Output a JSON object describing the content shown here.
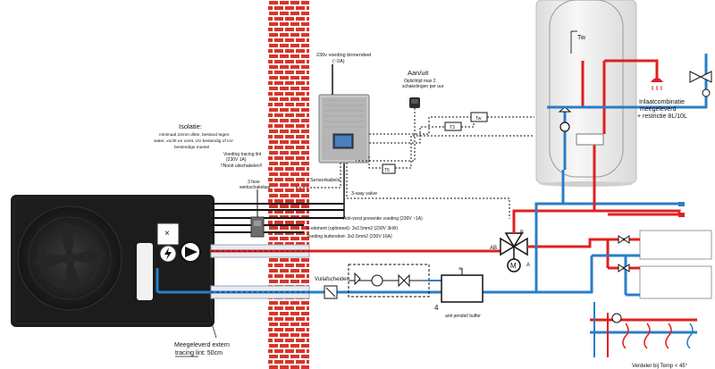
{
  "labels": {
    "supply_indoor": "230v voeding binnendeel",
    "supply_indoor_amp": "(~2A)",
    "aan_uit": "Aan/uit",
    "aan_uit_sub1": "Oplichtijd max 2",
    "aan_uit_sub2": "schakelingen per uur",
    "isolatie": "Isolatie:",
    "isolatie_l1": "minimaal 22mm dikte, bestand tegen",
    "isolatie_l2": "water, vocht en vorst. UV bestendig of UV",
    "isolatie_l3": "bestendige mantel",
    "tracing_l1": "Voeding tracing lint",
    "tracing_l2": "(230V 1A)",
    "tracing_l3": "!!Nooit uitschakelen!!",
    "switch_l1": "3 fase",
    "switch_l2": "werkschakelaar",
    "sensorkabels": "Sensorkabels",
    "three_way": "3-way valve",
    "antivorst": "Anti-vorst preventie voeding (230V ~1A)",
    "e_element": "E-element (optioneel)- 3x2.5mm2 (230V 3kW)",
    "voeding_buiten": "Voeding buitendeel- 3x2.5mm2 (230V 16A)",
    "vuilafscheider": "Vuilafscheider",
    "buffer": "anti pendel/ buffer",
    "meegeleverd_l1": "Meegeleverd extern",
    "meegeleverd_l2": "tracing lint: 50cm",
    "inlaat_l1": "Inlaatcombinatie",
    "inlaat_l2": "meegeleverd",
    "inlaat_l3": "+ restrictie 8L/10L",
    "verdeler": "Verdeler bij Temp < 45°",
    "tw": "Tw",
    "t5": "T5",
    "t3": "T3",
    "tw_box": "Tw",
    "port_ab": "AB",
    "port_b": "B",
    "port_a": "A",
    "motor": "M",
    "buffer_number": "4",
    "fan_x": "×"
  },
  "colors": {
    "hot_pipe": "#e02020",
    "cold_pipe": "#2a7ec8",
    "brick": "#d5372b",
    "unit_body": "#1c1c1c",
    "tank": "#f1f1f1"
  }
}
